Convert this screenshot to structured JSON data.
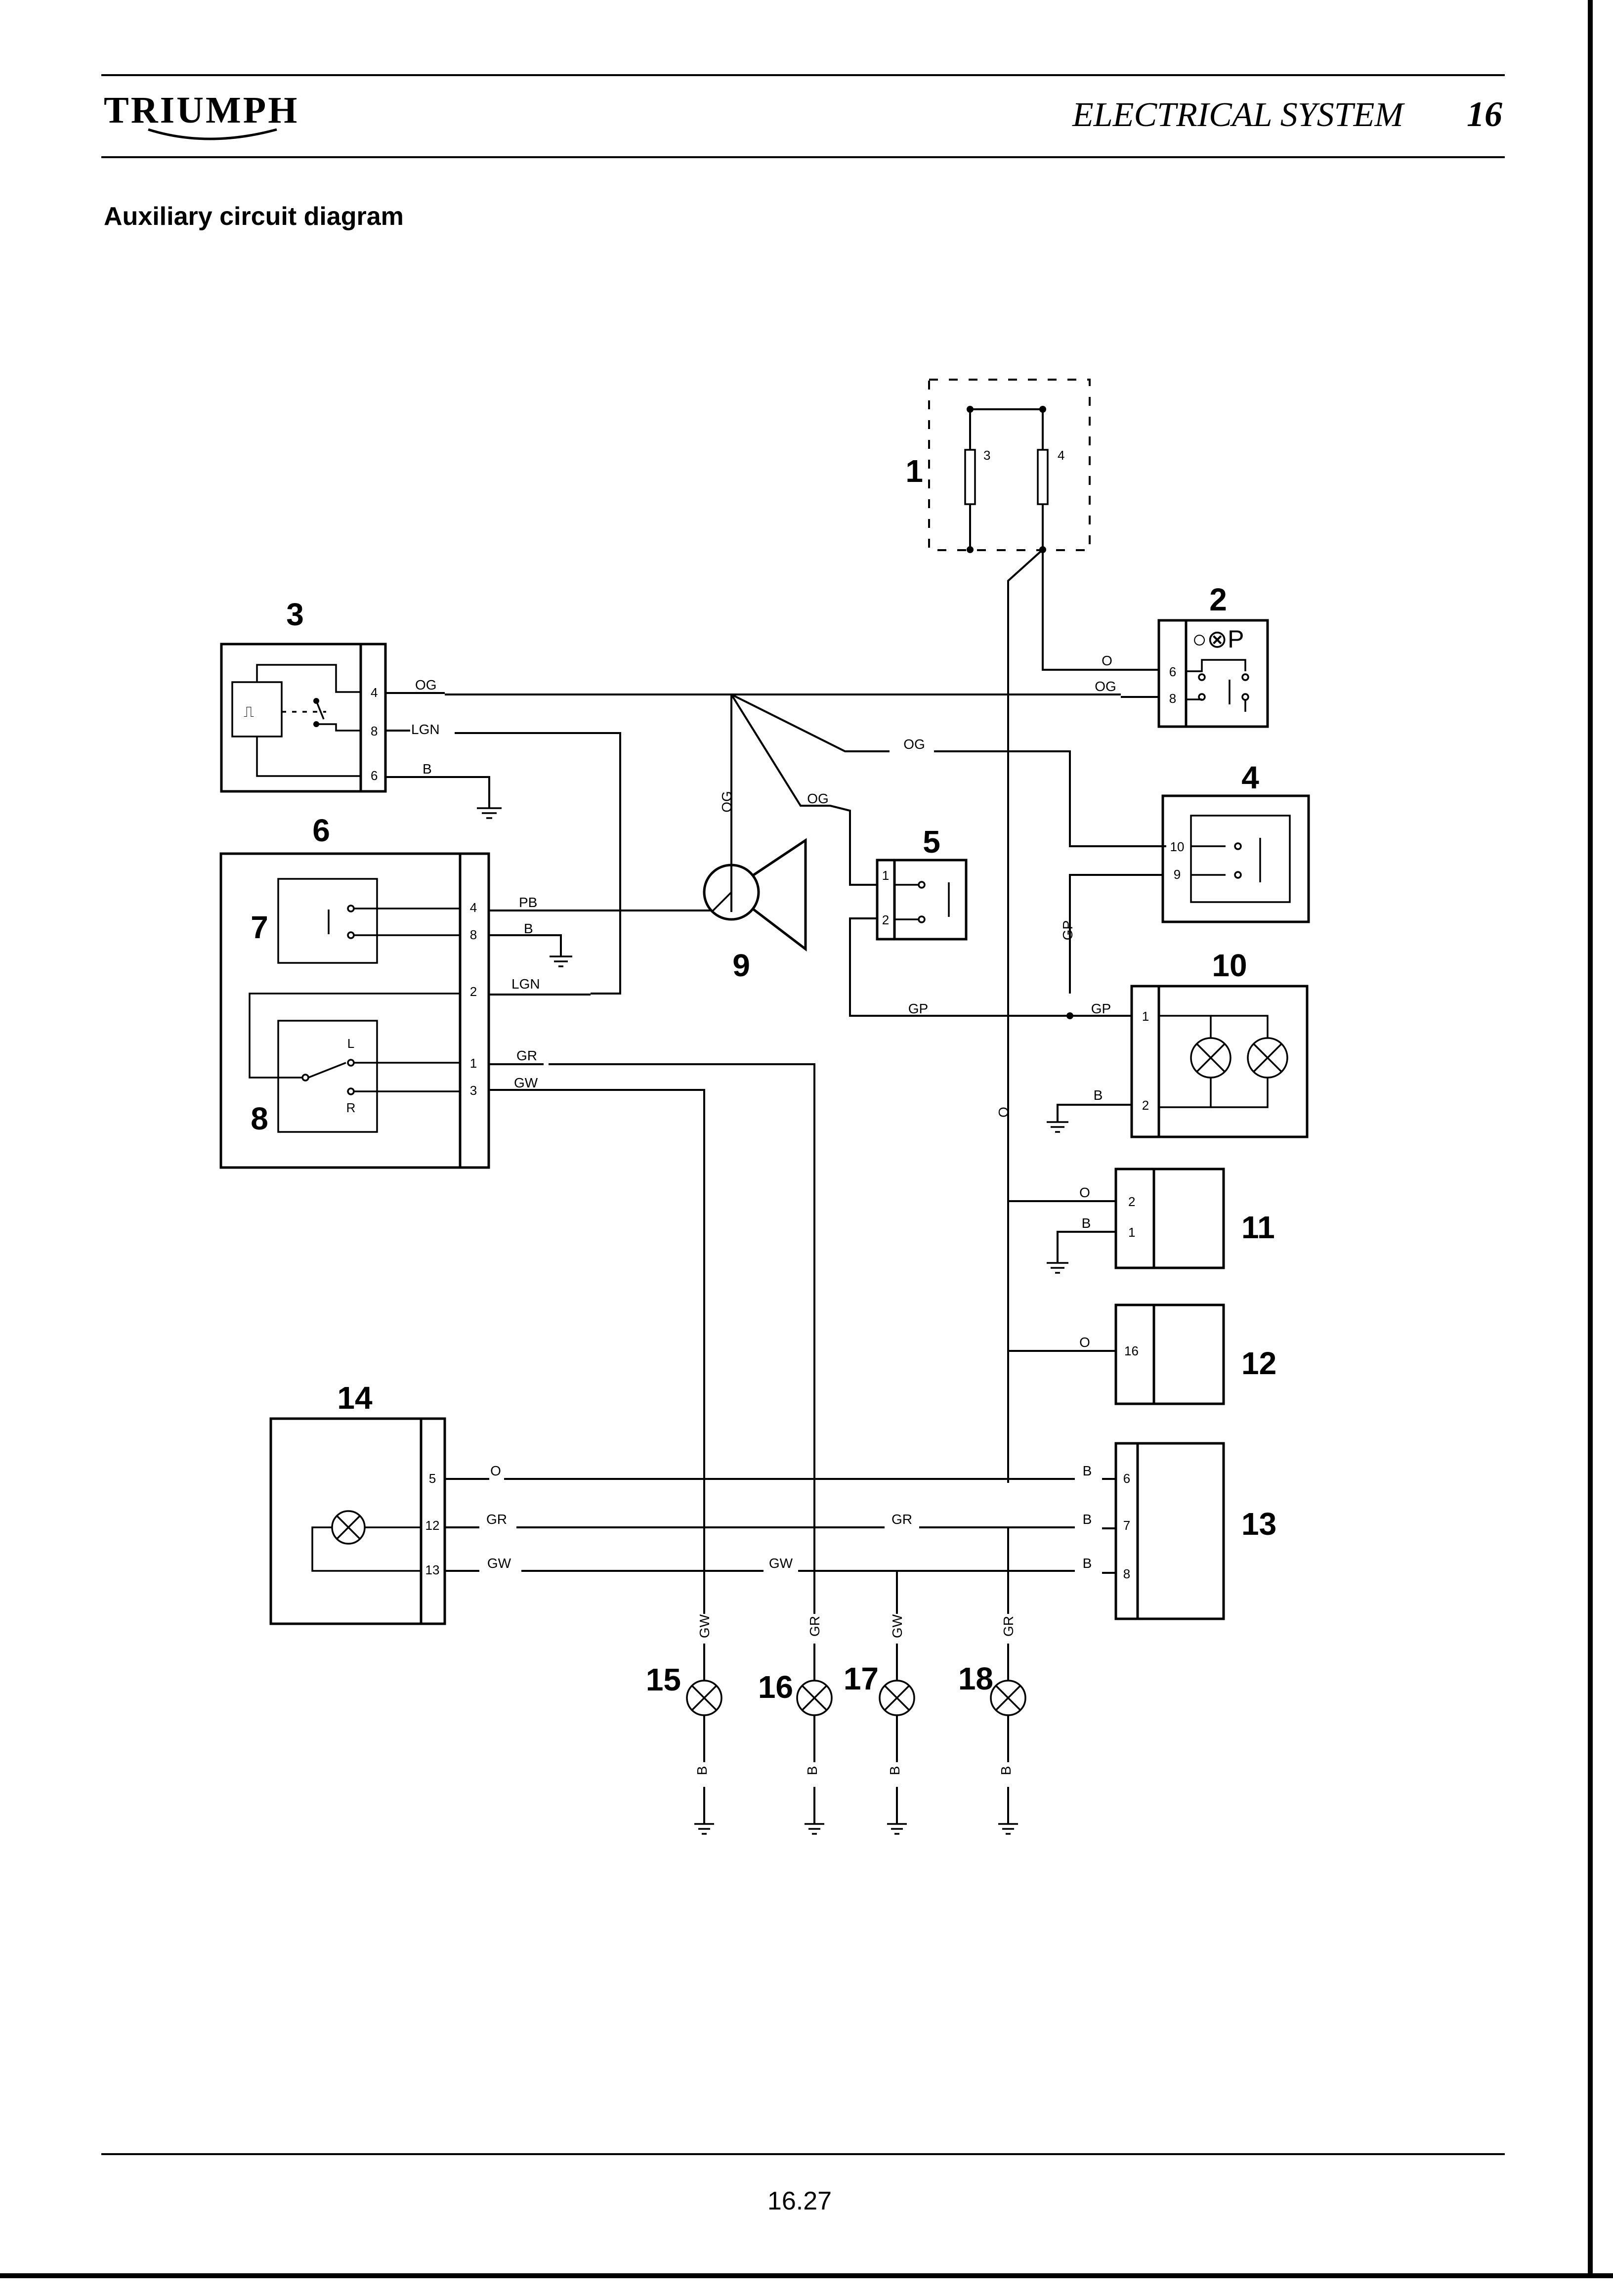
{
  "header": {
    "brand": "TRIUMPH",
    "section_title": "ELECTRICAL SYSTEM",
    "section_number": "16"
  },
  "heading": "Auxiliary circuit diagram",
  "page_number": "16.27",
  "components": {
    "c1": "1",
    "c2": "2",
    "c3": "3",
    "c4": "4",
    "c5": "5",
    "c6": "6",
    "c7": "7",
    "c8": "8",
    "c9": "9",
    "c10": "10",
    "c11": "11",
    "c12": "12",
    "c13": "13",
    "c14": "14",
    "c15": "15",
    "c16": "16",
    "c17": "17",
    "c18": "18"
  },
  "fuse_labels": {
    "f3": "3",
    "f4": "4"
  },
  "switch2_symbols": "○⊗P",
  "pins": {
    "c3": [
      "4",
      "8",
      "6"
    ],
    "c2": [
      "6",
      "8"
    ],
    "c4": [
      "10",
      "9"
    ],
    "c5": [
      "1",
      "2"
    ],
    "c6": [
      "4",
      "8",
      "2",
      "1",
      "3"
    ],
    "c8_switch": [
      "L",
      "R"
    ],
    "c10": [
      "1",
      "2"
    ],
    "c11": [
      "2",
      "1"
    ],
    "c12": [
      "16"
    ],
    "c13": [
      "6",
      "7",
      "8"
    ],
    "c14": [
      "5",
      "12",
      "13"
    ]
  },
  "wire_labels": {
    "c3_og": "OG",
    "c3_lgn": "LGN",
    "c3_b": "B",
    "c2_o": "O",
    "c2_og": "OG",
    "og_mid": "OG",
    "og_c9": "OG",
    "og_c5": "OG",
    "c6_pb": "PB",
    "c6_b": "B",
    "c6_lgn": "LGN",
    "c6_gr": "GR",
    "c6_gw": "GW",
    "gp_vert": "GP",
    "gp_horiz": "GP",
    "c10_gp": "GP",
    "c10_b": "B",
    "o_trunk": "O",
    "c11_o": "O",
    "c11_b": "B",
    "c12_o": "O",
    "c13_b6": "B",
    "c13_b7": "B",
    "c13_b8": "B",
    "c14_o": "O",
    "c14_gr": "GR",
    "c14_gw": "GW",
    "gr_mid": "GR",
    "gw_mid": "GW",
    "l15_top": "GW",
    "l16_top": "GR",
    "l17_top": "GW",
    "l18_top": "GR",
    "l15_bot": "B",
    "l16_bot": "B",
    "l17_bot": "B",
    "l18_bot": "B"
  }
}
